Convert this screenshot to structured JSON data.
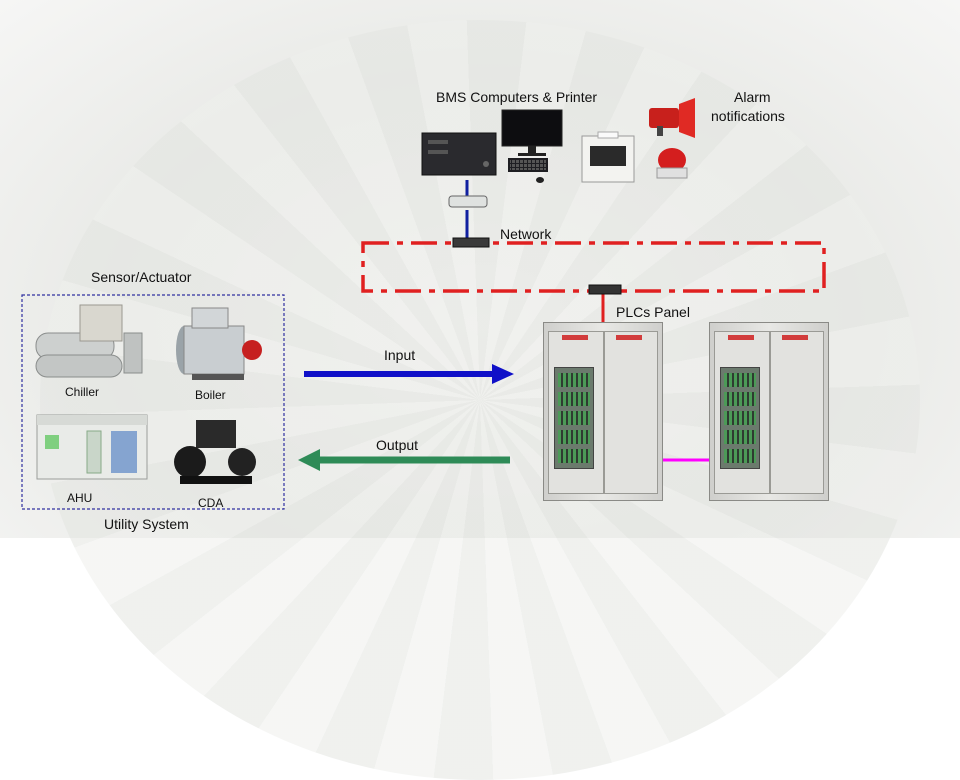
{
  "labels": {
    "bms": "BMS Computers & Printer",
    "alarm_line1": "Alarm",
    "alarm_line2": "notifications",
    "network": "Network",
    "sensor_actuator": "Sensor/Actuator",
    "plcs_panel": "PLCs Panel",
    "input": "Input",
    "output": "Output",
    "utility_system": "Utility System"
  },
  "equipment": {
    "chiller": "Chiller",
    "boiler": "Boiler",
    "ahu": "AHU",
    "cda": "CDA"
  },
  "colors": {
    "network_ring": "#e02020",
    "input_arrow": "#1010c8",
    "output_arrow": "#2e8b57",
    "link_line": "#1020a0",
    "panel_link": "#ff00ff",
    "utility_box": "#3030a0"
  },
  "icons": [
    "pc-tower-icon",
    "monitor-icon",
    "keyboard-icon",
    "mouse-icon",
    "printer-icon",
    "siren-icon",
    "beacon-icon",
    "network-switch-icon"
  ]
}
